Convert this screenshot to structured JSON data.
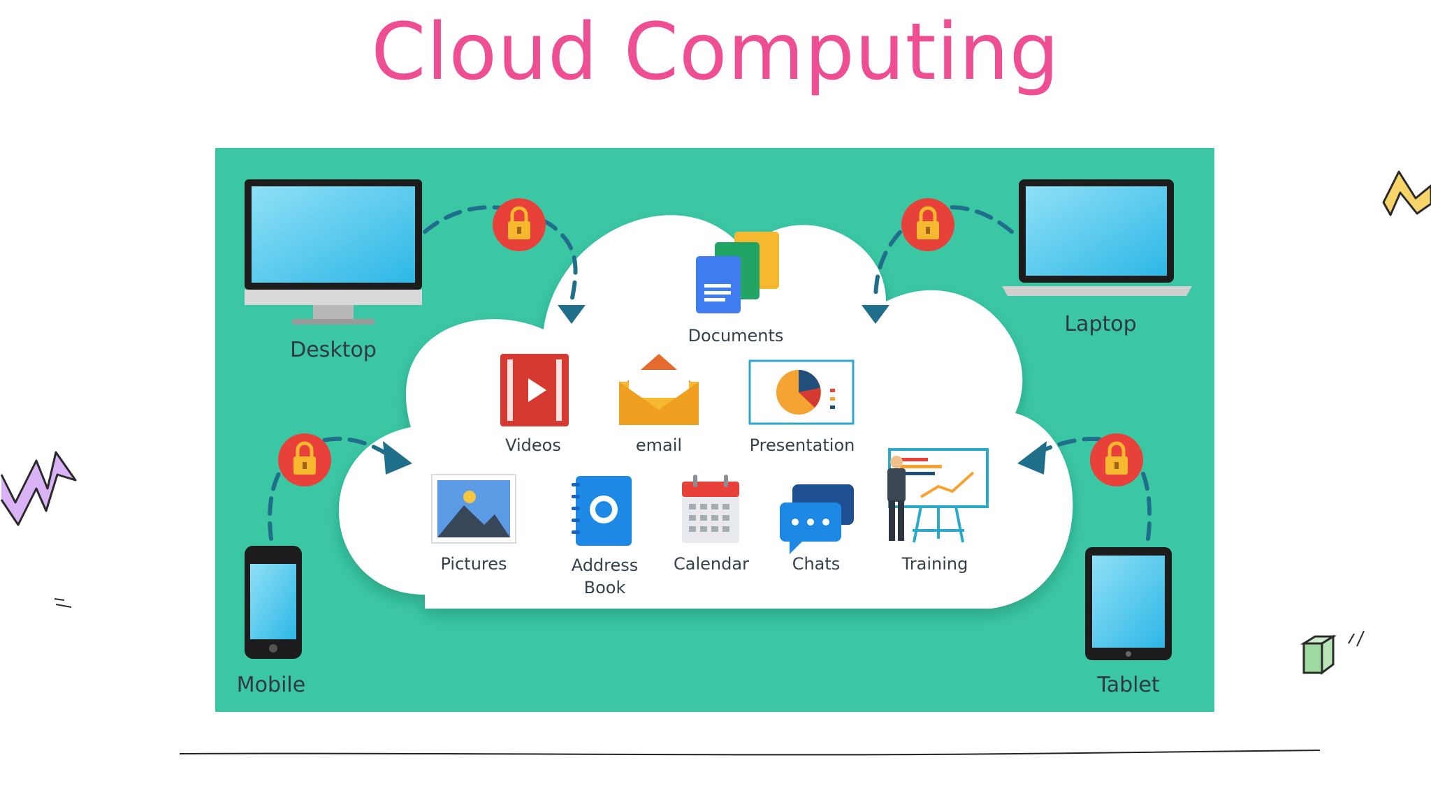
{
  "title": "Cloud Computing",
  "devices": {
    "desktop": "Desktop",
    "laptop": "Laptop",
    "mobile": "Mobile",
    "tablet": "Tablet"
  },
  "apps": {
    "documents": "Documents",
    "videos": "Videos",
    "email": "email",
    "presentation": "Presentation",
    "pictures": "Pictures",
    "address_book_line1": "Address",
    "address_book_line2": "Book",
    "calendar": "Calendar",
    "chats": "Chats",
    "training": "Training"
  },
  "colors": {
    "title": "#ee4f93",
    "panel": "#3cc7a4",
    "lock": "#e8413a",
    "arrow": "#1f6f8b"
  }
}
